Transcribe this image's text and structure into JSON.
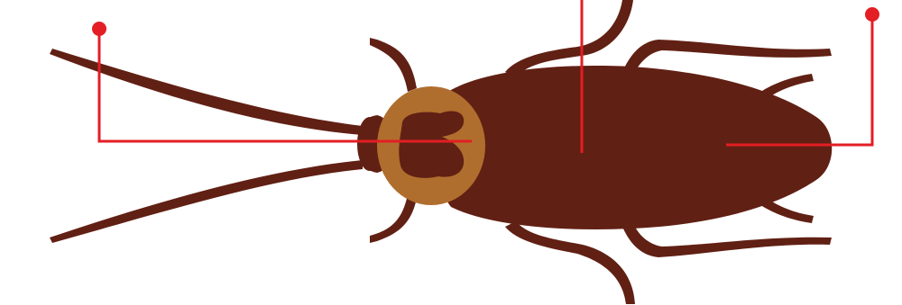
{
  "diagram": {
    "subject": "cockroach",
    "view": "dorsal",
    "colors": {
      "body": "#612014",
      "pronotum": "#B06E2E",
      "leader_line": "#E31E24",
      "background": "#FFFFFF"
    },
    "callouts": [
      {
        "id": "head",
        "label": ""
      },
      {
        "id": "thorax",
        "label": ""
      },
      {
        "id": "abdomen",
        "label": ""
      }
    ]
  }
}
